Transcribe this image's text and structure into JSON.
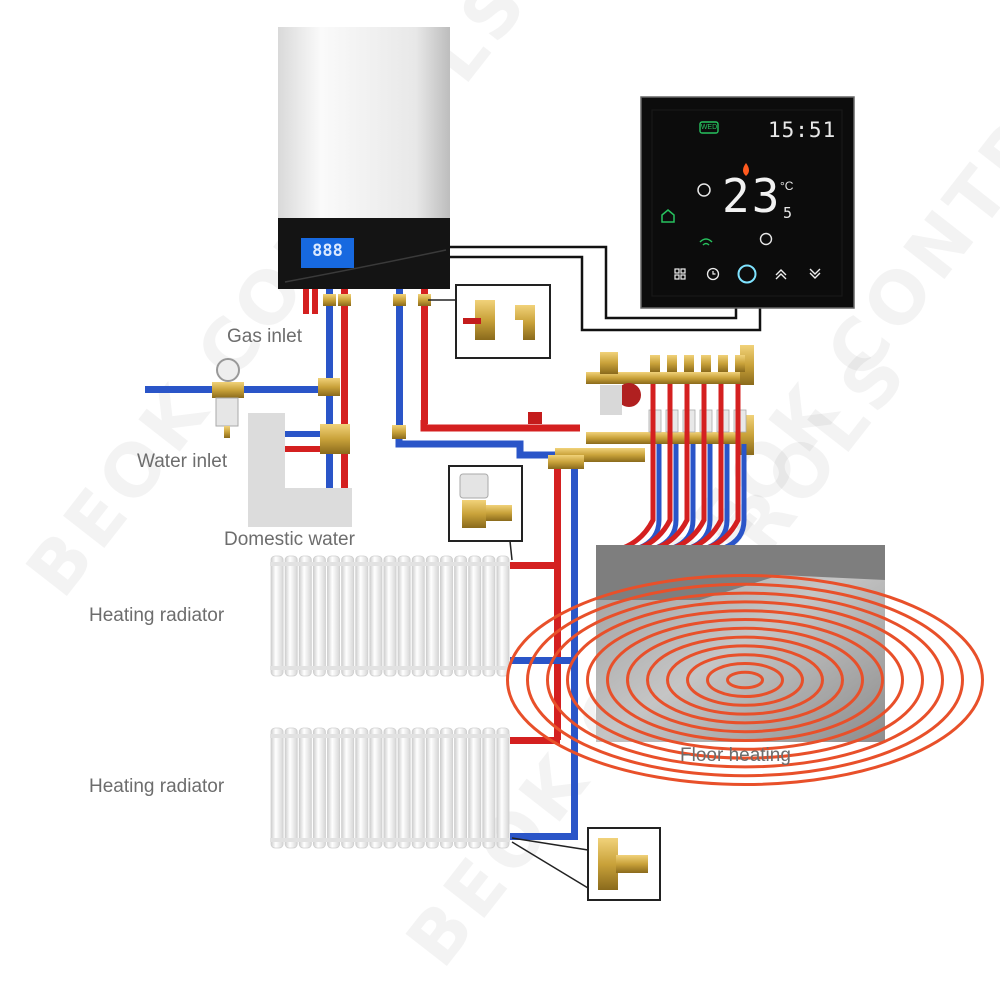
{
  "labels": {
    "gas_inlet": "Gas inlet",
    "water_inlet": "Water inlet",
    "domestic_water": "Domestic water",
    "heating_radiator_1": "Heating radiator",
    "heating_radiator_2": "Heating radiator",
    "floor_heating": "Floor heating"
  },
  "boiler": {
    "display": "888"
  },
  "thermostat": {
    "time": "15:51",
    "day": "WED",
    "temperature": "23",
    "unit": "°C",
    "sub_value": "5",
    "buttons": [
      "menu-icon",
      "clock-icon",
      "power-icon",
      "up-chevron-icon",
      "down-chevron-icon"
    ]
  },
  "watermark": {
    "text": "BEOK CONTROLS"
  },
  "colors": {
    "hot_pipe": "#d42020",
    "cold_pipe": "#2a55c8",
    "brass": "#c9a23a",
    "thermostat_bg": "#0c0c0c",
    "display_green": "#27c25e",
    "flame_orange": "#ff5a1f",
    "floor_pipe": "#e8502a"
  }
}
